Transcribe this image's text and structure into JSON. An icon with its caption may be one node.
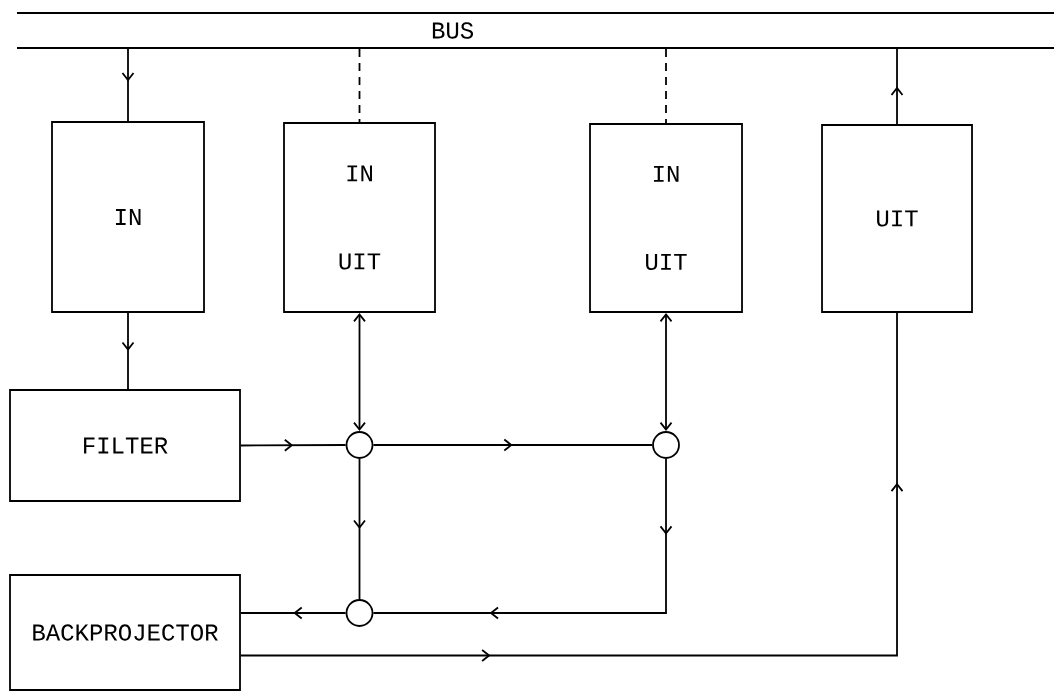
{
  "diagram": {
    "nodes": [
      {
        "text": [
          "BUS"
        ]
      },
      {
        "text": [
          "IN"
        ]
      },
      {
        "text": [
          "IN",
          "UIT"
        ]
      },
      {
        "text": [
          "IN",
          "UIT"
        ]
      },
      {
        "text": [
          "UIT"
        ]
      },
      {
        "text": [
          "FILTER"
        ]
      },
      {
        "text": [],
        "shape": "circle"
      },
      {
        "text": [],
        "shape": "circle"
      },
      {
        "text": [
          "BACKPROJECTOR"
        ]
      },
      {
        "text": [],
        "shape": "circle"
      }
    ],
    "edges": [
      {
        "from": 0,
        "to": 1,
        "arrow": "to"
      },
      {
        "from": 0,
        "to": 2,
        "arrow": "none",
        "style": "dashed"
      },
      {
        "from": 0,
        "to": 3,
        "arrow": "none",
        "style": "dashed"
      },
      {
        "from": 4,
        "to": 0,
        "arrow": "to"
      },
      {
        "from": 1,
        "to": 5,
        "arrow": "to"
      },
      {
        "from": 2,
        "to": 6,
        "arrow": "both"
      },
      {
        "from": 3,
        "to": 7,
        "arrow": "both"
      },
      {
        "from": 5,
        "to": 6,
        "arrow": "to"
      },
      {
        "from": 6,
        "to": 7,
        "arrow": "to"
      },
      {
        "from": 6,
        "to": 9,
        "arrow": "to"
      },
      {
        "from": 7,
        "to": 9,
        "arrow": "to"
      },
      {
        "from": 9,
        "to": 8,
        "arrow": "to"
      },
      {
        "from": 8,
        "to": 4,
        "arrow": "to"
      }
    ]
  }
}
